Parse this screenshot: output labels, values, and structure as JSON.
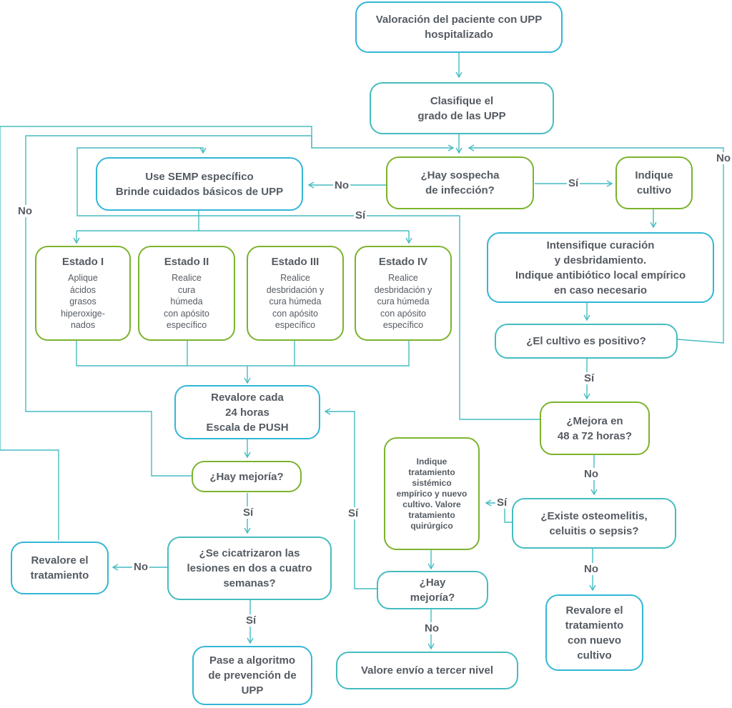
{
  "colors": {
    "line": "#45bcc0",
    "blue": "#33b6d6",
    "teal": "#45bcc0",
    "green": "#7bb32e",
    "text": "#555b62"
  },
  "nodes": {
    "valoracion": "Valoración del paciente con UPP\nhospitalizado",
    "clasifique": "Clasifique el\ngrado de las UPP",
    "sospecha": "¿Hay sospecha\nde infección?",
    "semp": "Use SEMP específico\nBrinde cuidados básicos de UPP",
    "indique_cultivo": "Indique\ncultivo",
    "intensifique": "Intensifique curación\ny desbridamiento.\nIndique antibiótico local empírico\nen caso necesario",
    "cultivo_positivo": "¿El cultivo es positivo?",
    "mejora_48": "¿Mejora en\n48 a 72 horas?",
    "revalore_24": "Revalore cada\n24 horas\nEscala de PUSH",
    "hay_mejoria_1": "¿Hay mejoría?",
    "cicatrizaron": "¿Se cicatrizaron las\nlesiones en dos a cuatro\nsemanas?",
    "revalore_tratamiento": "Revalore el\ntratamiento",
    "pase_algoritmo": "Pase a algoritmo\nde prevención de\nUPP",
    "osteomelitis": "¿Existe osteomelitis,\nceluitis o sepsis?",
    "sistemico": "Indique\ntratamiento\nsistémico\nempírico y nuevo\ncultivo. Valore\ntratamiento\nquirúrgico",
    "hay_mejoria_2": "¿Hay\nmejoría?",
    "tercer_nivel": "Valore envío a tercer nivel",
    "revalore_nuevo_cultivo": "Revalore el\ntratamiento\ncon nuevo\ncultivo"
  },
  "estados": [
    {
      "title": "Estado I",
      "desc": "Aplique\nácidos\ngrasos\nhiperoxige-\nnados"
    },
    {
      "title": "Estado II",
      "desc": "Realice\ncura\nhúmeda\ncon apósito\nespecífico"
    },
    {
      "title": "Estado III",
      "desc": "Realice\ndesbridación y\ncura húmeda\ncon apósito\nespecífico"
    },
    {
      "title": "Estado IV",
      "desc": "Realice\ndesbridación y\ncura húmeda\ncon apósito\nespecífico"
    }
  ],
  "labels": {
    "no_sospecha": "No",
    "si_sospecha": "Sí",
    "no_right": "No",
    "si_semp": "Sí",
    "no_left": "No",
    "si_cultivo": "Sí",
    "no_mejora48": "No",
    "si_osteo": "Sí",
    "no_osteo": "No",
    "si_mejoria1": "Sí",
    "no_cicatriz": "No",
    "si_cicatriz": "Sí",
    "si_mejoria2": "Sí",
    "no_mejoria2": "No"
  }
}
